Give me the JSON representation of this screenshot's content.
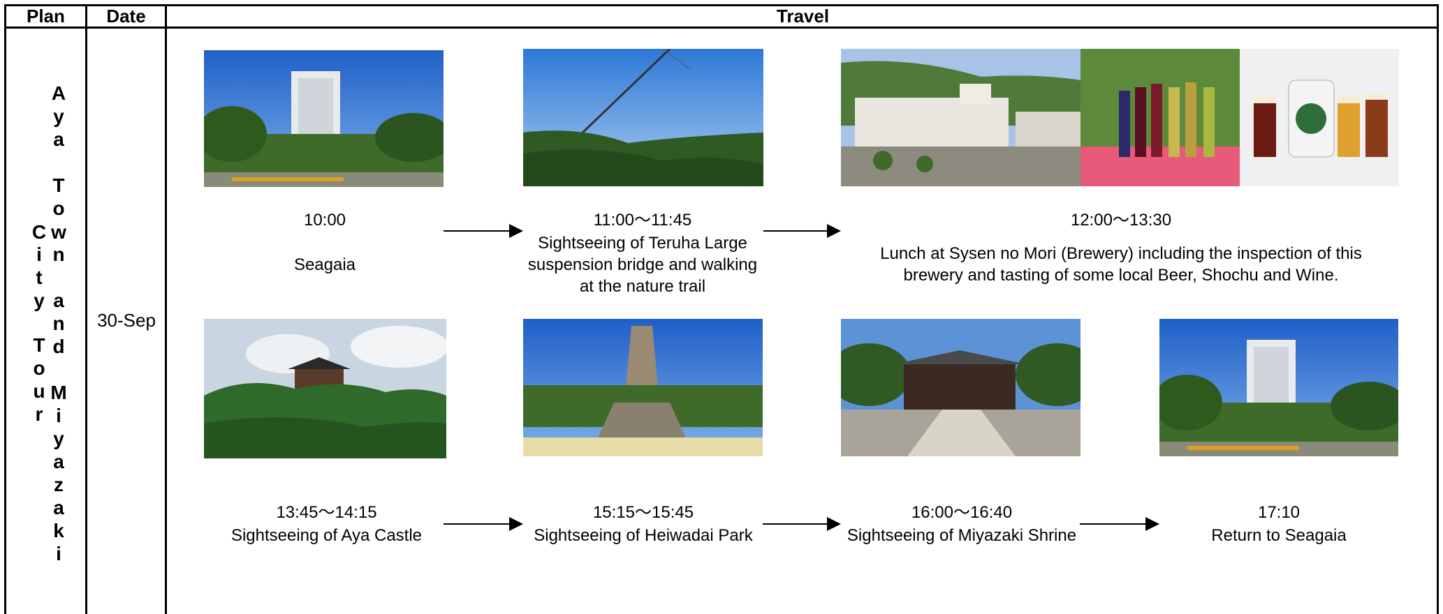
{
  "table": {
    "headers": {
      "plan": "Plan",
      "date": "Date",
      "travel": "Travel"
    },
    "plan_column_1": [
      "C",
      "i",
      "t",
      "y",
      "T",
      "o",
      "u",
      "r"
    ],
    "plan_column_2": [
      "A",
      "y",
      "a",
      "T",
      "o",
      "w",
      "n",
      "a",
      "n",
      "d",
      "M",
      "i",
      "y",
      "a",
      "z",
      "a",
      "k",
      "i"
    ],
    "date": "30-Sep"
  },
  "row1": {
    "stop1": {
      "time": "10:00",
      "desc": "Seagaia",
      "photo": "Seagaia hotel tower with palm trees"
    },
    "stop2": {
      "time": "11:00〜11:45",
      "desc_lines": [
        "Sightseeing of Teruha Large",
        "suspension bridge and walking",
        "at the nature trail"
      ],
      "photo": "Suspension bridge cable over forested hills"
    },
    "stop3": {
      "time": "12:00〜13:30",
      "desc_lines": [
        "Lunch at Sysen no Mori (Brewery) including the inspection of this",
        "brewery and tasting of some local Beer, Shochu and Wine."
      ],
      "photos": [
        "Brewery buildings in the mountains",
        "Wine bottles on checked tablecloth",
        "Beer glasses and pitcher"
      ]
    }
  },
  "row2": {
    "stop1": {
      "time": "13:45〜14:15",
      "desc": "Sightseeing of Aya Castle",
      "photo": "Aya Castle above forest"
    },
    "stop2": {
      "time": "15:15〜15:45",
      "desc": "Sightseeing of Heiwadai Park",
      "photo": "Heiwadai tower monument"
    },
    "stop3": {
      "time": "16:00〜16:40",
      "desc": "Sightseeing of Miyazaki Shrine",
      "photo": "Miyazaki Shrine gate and stone path"
    },
    "stop4": {
      "time": "17:10",
      "desc": "Return to Seagaia",
      "photo": "Seagaia hotel tower with palm trees"
    }
  }
}
